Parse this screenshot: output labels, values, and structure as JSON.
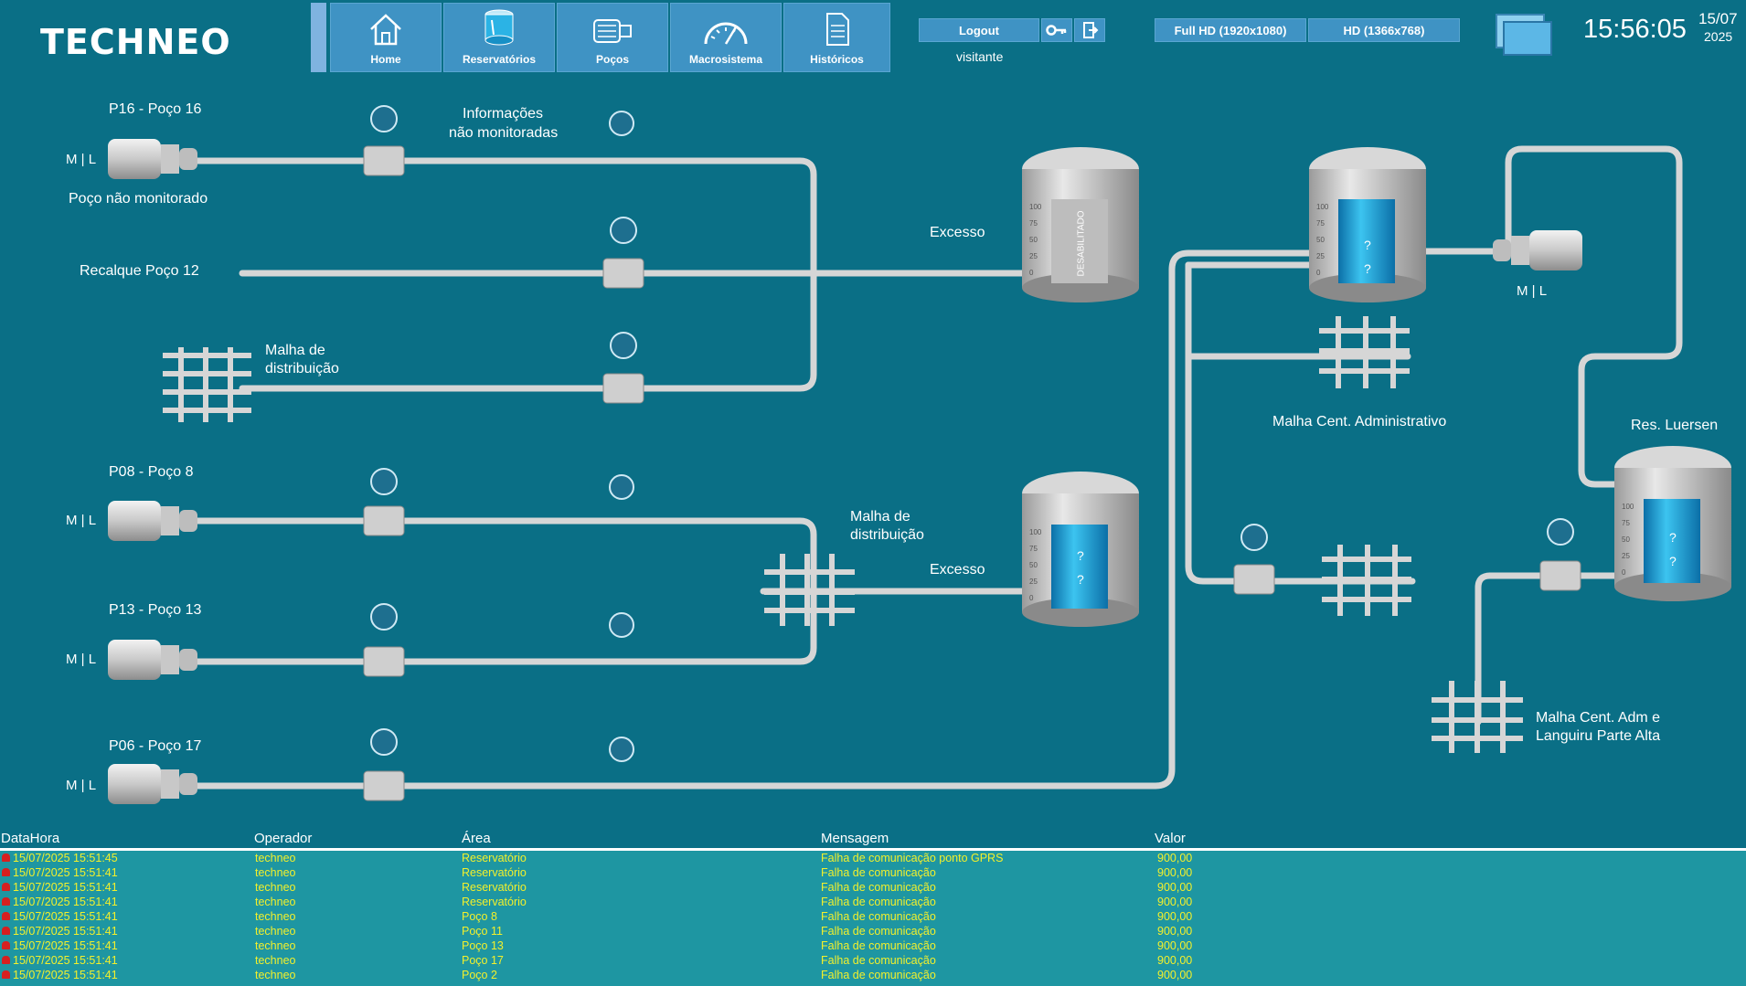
{
  "header": {
    "logo": "TECHNEO",
    "nav": [
      {
        "label": "Home",
        "icon": "home-icon"
      },
      {
        "label": "Reservatórios",
        "icon": "reservoir-icon"
      },
      {
        "label": "Poços",
        "icon": "well-pump-icon"
      },
      {
        "label": "Macrosistema",
        "icon": "gauge-icon"
      },
      {
        "label": "Históricos",
        "icon": "document-icon"
      }
    ],
    "logout_label": "Logout",
    "user": "visitante",
    "resolution_buttons": [
      "Full HD (1920x1080)",
      "HD (1366x768)"
    ],
    "time": "15:56:05",
    "date_day": "15/07",
    "date_year": "2025"
  },
  "diagram": {
    "labels": {
      "p16": "P16 - Poço 16",
      "p16_status": "Poço não monitorado",
      "info_1": "Informações",
      "info_2": "não monitoradas",
      "recalque": "Recalque Poço 12",
      "malha_dist_1a": "Malha de",
      "malha_dist_1b": "distribuição",
      "excesso_1": "Excesso",
      "p08": "P08 - Poço 8",
      "p13": "P13 - Poço 13",
      "p06": "P06 - Poço 17",
      "malha_dist_2a": "Malha de",
      "malha_dist_2b": "distribuição",
      "excesso_2": "Excesso",
      "malha_adm": "Malha Cent. Administrativo",
      "res_luersen": "Res. Luersen",
      "malha_adm_alta_1": "Malha Cent. Adm e",
      "malha_adm_alta_2": "Languiru Parte Alta",
      "mode": "M | L",
      "tank_disabled": "DESABILITADO",
      "unknown": "?"
    },
    "tank_scale": [
      "100",
      "75",
      "50",
      "25",
      "0"
    ]
  },
  "alarms": {
    "headers": [
      "DataHora",
      "Operador",
      "Área",
      "Mensagem",
      "Valor"
    ],
    "rows": [
      [
        "15/07/2025 15:51:45",
        "techneo",
        "Reservatório",
        "Falha de comunicação ponto GPRS",
        "900,00"
      ],
      [
        "15/07/2025 15:51:41",
        "techneo",
        "Reservatório",
        "Falha de comunicação",
        "900,00"
      ],
      [
        "15/07/2025 15:51:41",
        "techneo",
        "Reservatório",
        "Falha de comunicação",
        "900,00"
      ],
      [
        "15/07/2025 15:51:41",
        "techneo",
        "Reservatório",
        "Falha de comunicação",
        "900,00"
      ],
      [
        "15/07/2025 15:51:41",
        "techneo",
        "Poço 8",
        "Falha de comunicação",
        "900,00"
      ],
      [
        "15/07/2025 15:51:41",
        "techneo",
        "Poço 11",
        "Falha de comunicação",
        "900,00"
      ],
      [
        "15/07/2025 15:51:41",
        "techneo",
        "Poço 13",
        "Falha de comunicação",
        "900,00"
      ],
      [
        "15/07/2025 15:51:41",
        "techneo",
        "Poço 17",
        "Falha de comunicação",
        "900,00"
      ],
      [
        "15/07/2025 15:51:41",
        "techneo",
        "Poço 2",
        "Falha de comunicação",
        "900,00"
      ]
    ]
  },
  "colors": {
    "background": "#0a6f86",
    "nav_button": "#3f93c4",
    "alarm_text": "#f3f02b",
    "alarm_bg": "#1e96a2",
    "pipe": "#dcdcdc",
    "water": "#29a9dc"
  }
}
